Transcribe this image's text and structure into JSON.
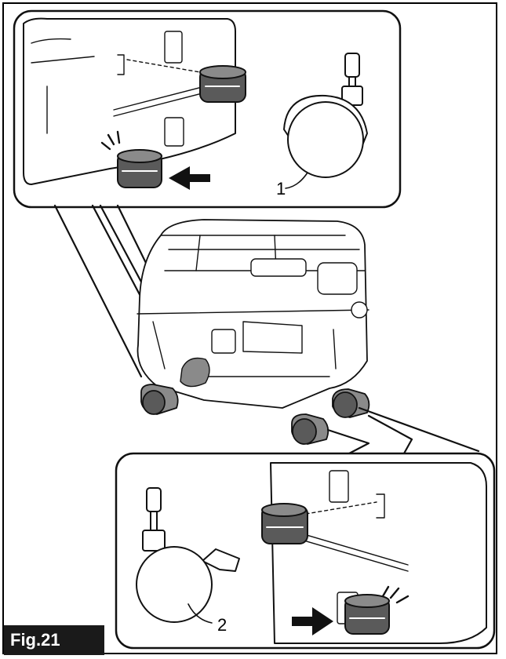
{
  "figure": {
    "label": "Fig.21",
    "callouts": [
      "1",
      "2"
    ]
  },
  "colors": {
    "line": "#111111",
    "fill_light": "#ffffff",
    "fill_dark": "#5a5a5a",
    "fill_mid": "#8a8a8a",
    "label_bg": "#1a1a1a"
  },
  "icons": [
    "arrow-right-icon",
    "click-mark-icon",
    "caster-wheel-icon",
    "caster-brake-icon"
  ]
}
